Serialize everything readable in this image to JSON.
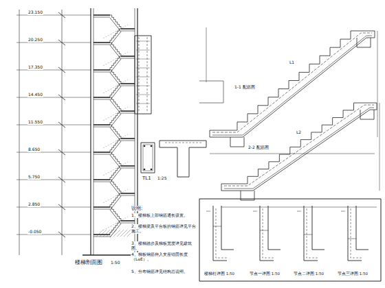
{
  "diagram": {
    "labels": [
      "楼梯剖面图",
      "1:50",
      "23.150",
      "20.250",
      "17.350",
      "14.450",
      "11.550",
      "8.650",
      "5.750",
      "2.850",
      "-0.050",
      "TL1",
      "1:25",
      "说明:",
      "1、楼梯板上部钢筋通长设置。",
      "2、楼梯梁及平台板的钢筋详见平台施工。",
      "3、楼梯踏步及梯板宽度详见建筑图。",
      "4、梯板钢筋伸入支座锚固长度（LaE）。",
      "5、分布钢筋详见结构总说明。",
      "1-1 配筋图",
      "2-2 配筋图",
      "L1",
      "L2",
      "楼梯柱详图 1:50",
      "节点一详图 1:50",
      "节点二详图 1:50",
      "节点三详图 1:50"
    ]
  }
}
